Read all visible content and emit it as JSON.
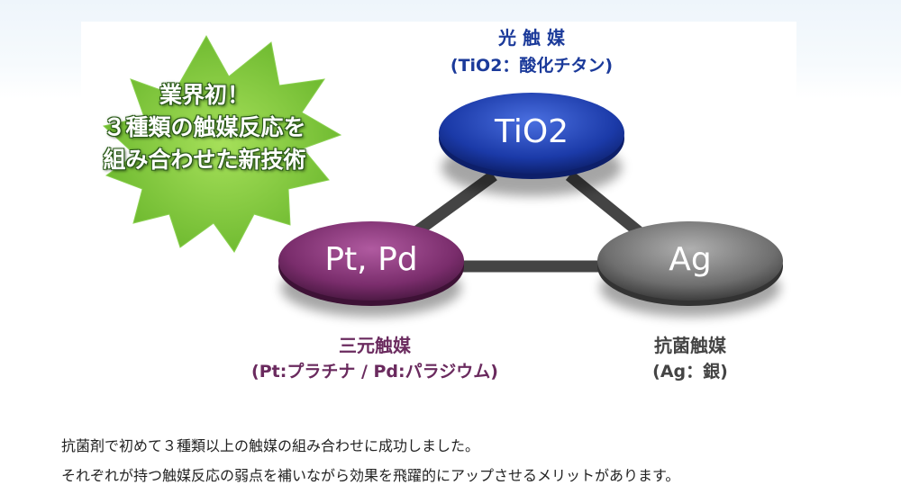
{
  "badge": {
    "line1": "業界初！",
    "line2": "３種類の触媒反応を",
    "line3": "組み合わせた新技術",
    "color": "#7ac43b"
  },
  "nodes": {
    "tio2": {
      "text": "TiO2",
      "title": "光 触 媒",
      "subtitle": "(TiO2：酸化チタン)",
      "color": "#1b3aa8",
      "title_color": "#1b3a9a"
    },
    "ptpd": {
      "text": "Pt, Pd",
      "title": "三元触媒",
      "subtitle": "(Pt:プラチナ / Pd:パラジウム)",
      "color": "#7a2d6c",
      "title_color": "#6a2a5e"
    },
    "ag": {
      "text": "Ag",
      "title": "抗菌触媒",
      "subtitle": "(Ag：銀)",
      "color": "#6a6a6a",
      "title_color": "#444444"
    }
  },
  "description": {
    "line1": "抗菌剤で初めて３種類以上の触媒の組み合わせに成功しました。",
    "line2": "それぞれが持つ触媒反応の弱点を補いながら効果を飛躍的にアップさせるメリットがあります。"
  }
}
